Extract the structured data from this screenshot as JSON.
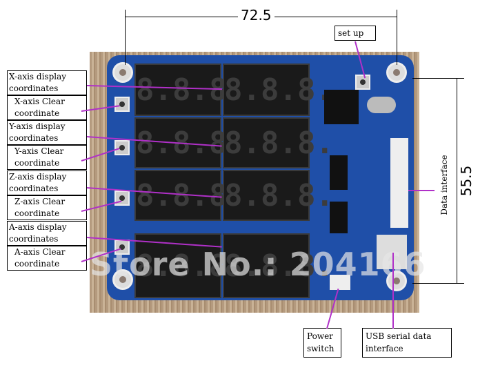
{
  "dimensions": {
    "width": "72.5",
    "height": "55.5"
  },
  "labels": {
    "setup": "set up",
    "x_display": "X-axis display coordinates",
    "x_clear": "X-axis Clear coordinate",
    "y_display": "Y-axis display coordinates",
    "y_clear": "Y-axis Clear coordinate",
    "z_display": "Z-axis display coordinates",
    "z_clear": "Z-axis Clear coordinate",
    "a_display": "A-axis display coordinates",
    "a_clear": "A-axis Clear coordinate",
    "data_interface": "Data interface",
    "power_switch": "Power switch",
    "usb": "USB serial data interface"
  },
  "watermark": "Store No.: 204166",
  "digits": "8.8.8.",
  "colors": {
    "board": "#1f4fa8",
    "pointer": "#b030c8"
  }
}
